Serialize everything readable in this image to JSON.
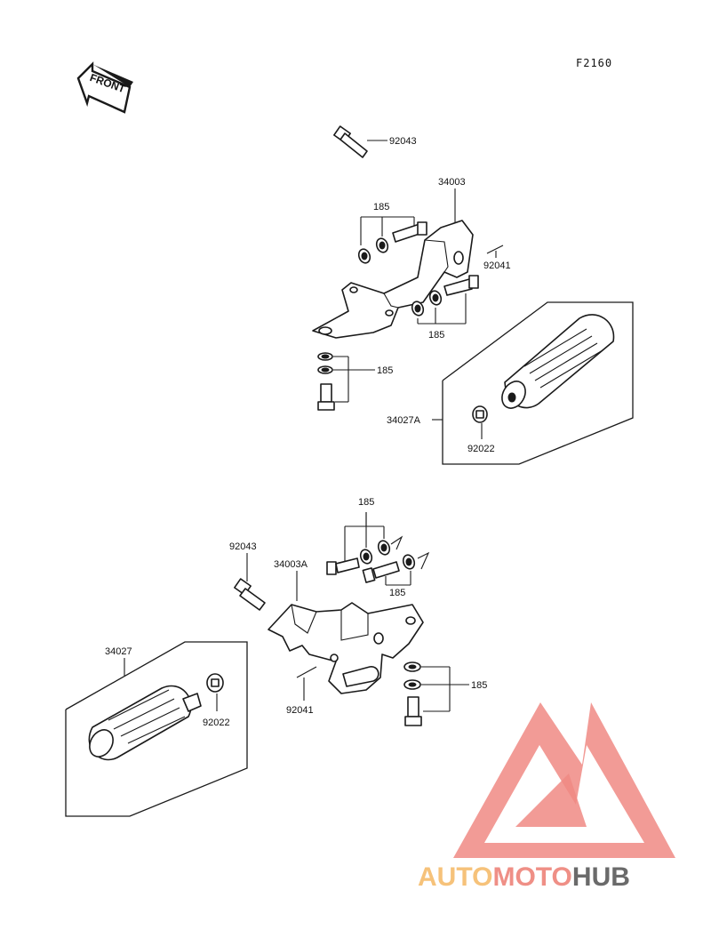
{
  "diagram": {
    "ref_code": "F2160",
    "front_label": "FRONT",
    "upper": {
      "pivot_pin": "92043",
      "bracket": "34003",
      "bolt_set_top": "185",
      "cotter_pin": "92041",
      "bolt_set_mid": "185",
      "bolt_set_bottom": "185",
      "footpeg": "34027A",
      "washer": "92022"
    },
    "lower": {
      "bolt_set_top": "185",
      "pivot_pin": "92043",
      "bracket": "34003A",
      "bolt_set_mid": "185",
      "footpeg": "34027",
      "bolt_set_bottom": "185",
      "cotter_pin": "92041",
      "washer": "92022"
    }
  },
  "watermark": {
    "word1": "AUTO",
    "word2": "MOTO",
    "word3": "HUB",
    "colors": {
      "triangle": "#f08a84",
      "auto": "#f6c27a",
      "moto": "#ef8f86",
      "hub": "#6a6a6a"
    }
  }
}
